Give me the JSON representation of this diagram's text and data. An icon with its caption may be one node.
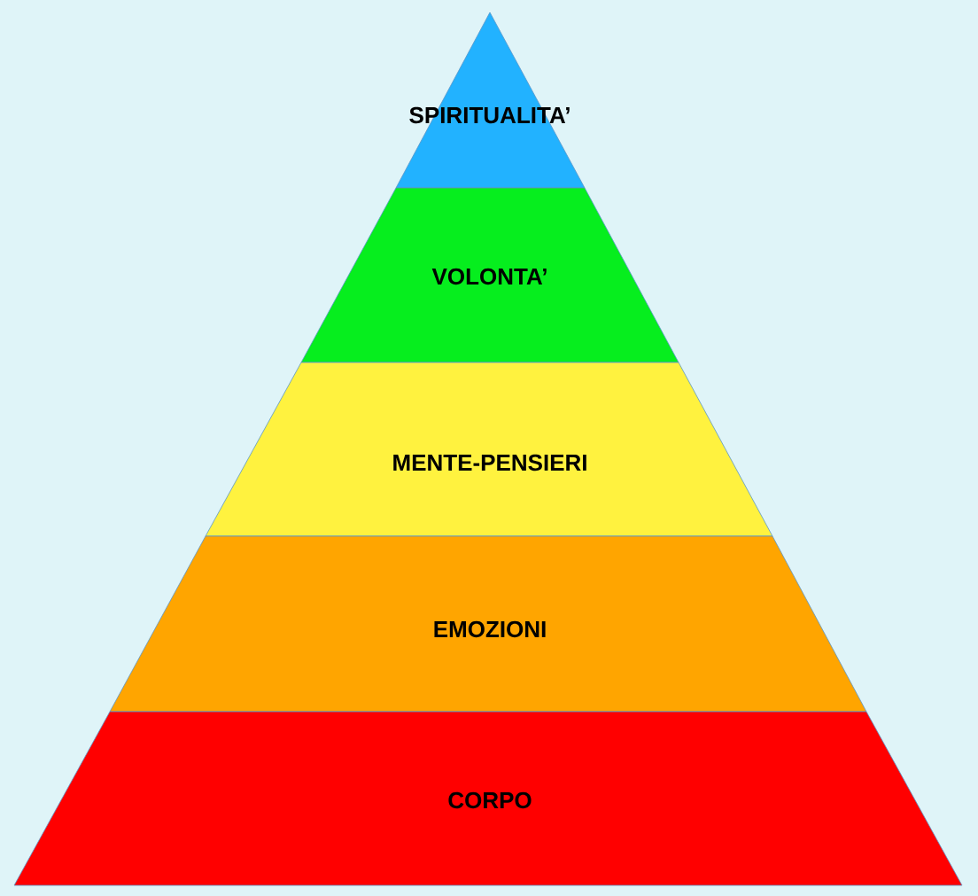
{
  "diagram": {
    "nodes": [
      {
        "text": [
          "SPIRITUALITA’"
        ]
      },
      {
        "text": [
          "VOLONTA’"
        ]
      },
      {
        "text": [
          "MENTE-PENSIERI"
        ]
      },
      {
        "text": [
          "EMOZIONI"
        ]
      },
      {
        "text": [
          "CORPO"
        ]
      }
    ]
  }
}
